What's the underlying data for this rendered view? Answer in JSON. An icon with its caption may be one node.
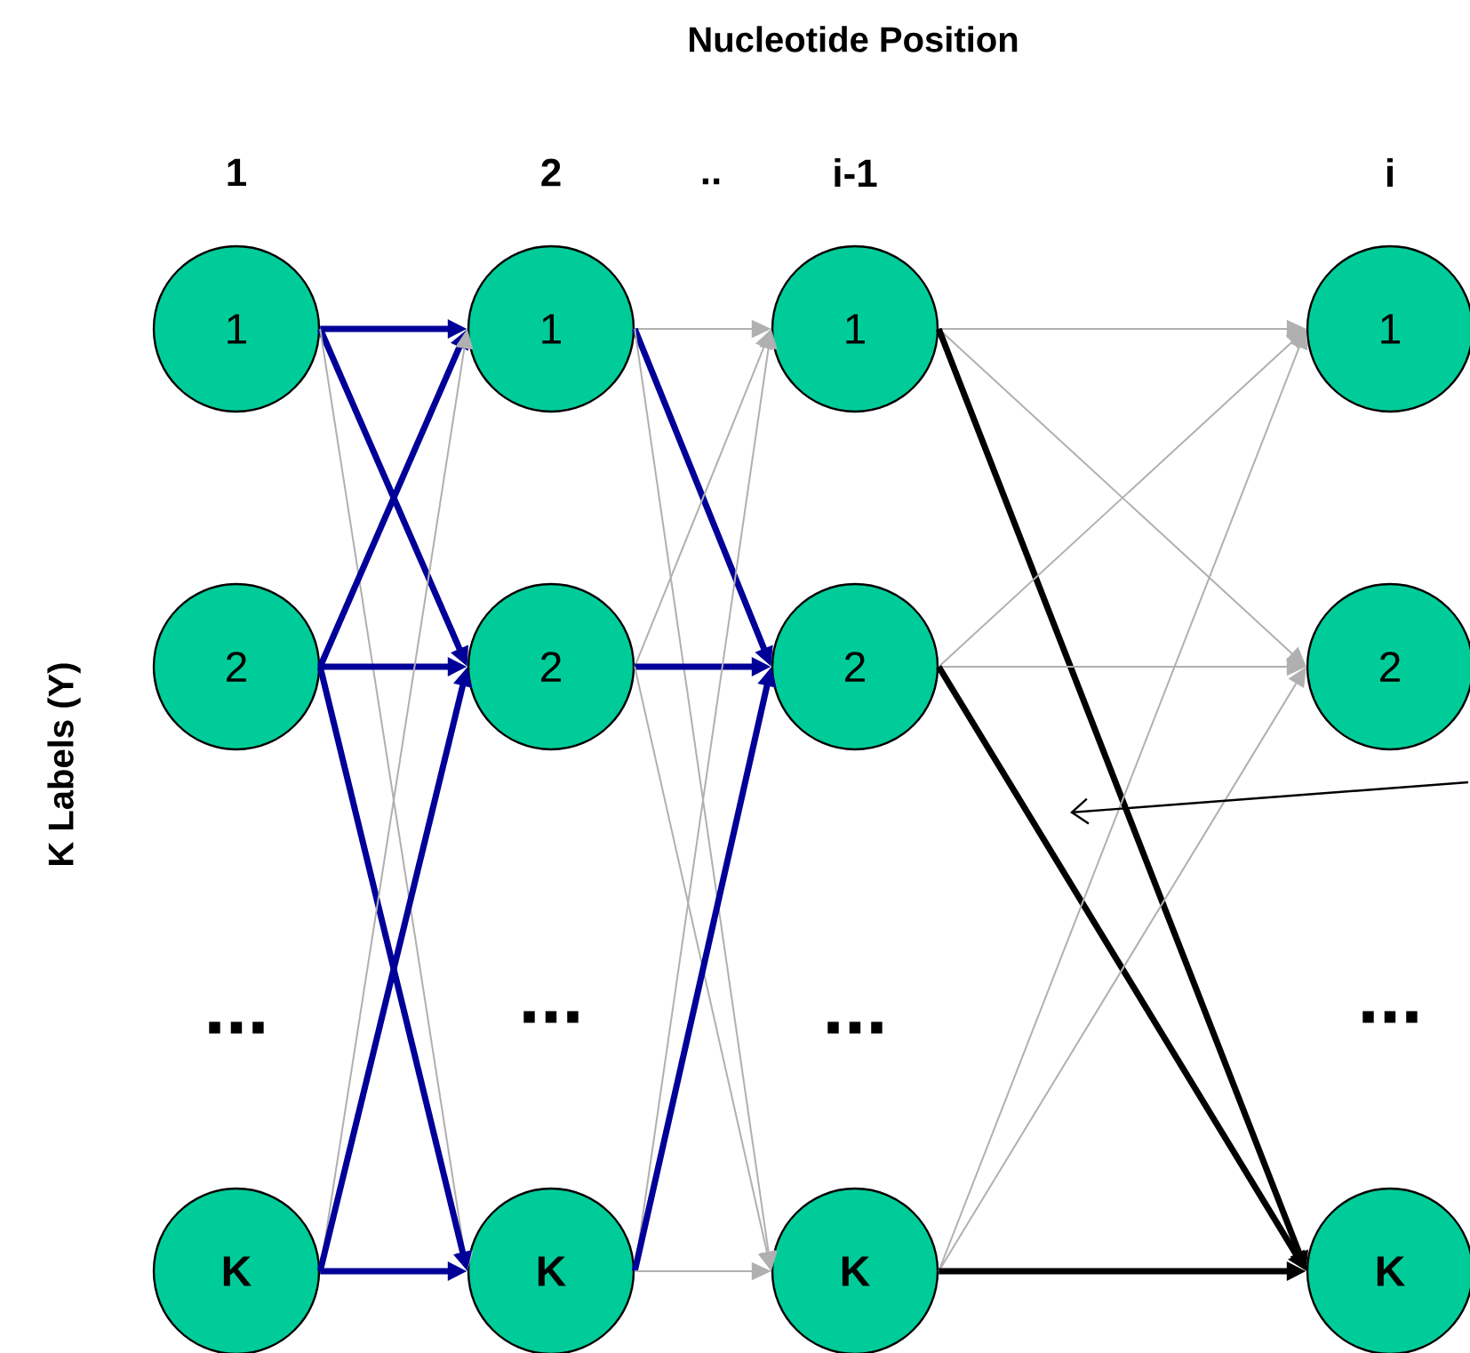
{
  "diagram": {
    "title": "Nucleotide Position",
    "nodes": [
      {
        "text": [
          "1"
        ]
      },
      {
        "text": [
          "2"
        ]
      },
      {
        "text": [
          "**K**"
        ]
      },
      {
        "text": [
          "1"
        ]
      },
      {
        "text": [
          "2"
        ]
      },
      {
        "text": [
          "**K**"
        ]
      },
      {
        "text": [
          "1"
        ]
      },
      {
        "text": [
          "2"
        ]
      },
      {
        "text": [
          "**K**"
        ]
      },
      {
        "text": [
          "1"
        ]
      },
      {
        "text": [
          "2"
        ]
      },
      {
        "text": [
          "**K**"
        ]
      }
    ],
    "edges": [
      {
        "from": 0,
        "to": 3,
        "arrow": "to",
        "style": "thick",
        "color": "#000099"
      },
      {
        "from": 0,
        "to": 4,
        "arrow": "to",
        "style": "thick",
        "color": "#000099"
      },
      {
        "from": 0,
        "to": 5,
        "arrow": "to"
      },
      {
        "from": 1,
        "to": 3,
        "arrow": "to",
        "style": "thick",
        "color": "#000099"
      },
      {
        "from": 1,
        "to": 4,
        "arrow": "to",
        "style": "thick",
        "color": "#000099"
      },
      {
        "from": 1,
        "to": 5,
        "arrow": "to",
        "style": "thick",
        "color": "#000099"
      },
      {
        "from": 2,
        "to": 3,
        "arrow": "to"
      },
      {
        "from": 2,
        "to": 4,
        "arrow": "to",
        "style": "thick",
        "color": "#000099"
      },
      {
        "from": 2,
        "to": 5,
        "arrow": "to",
        "style": "thick",
        "color": "#000099"
      },
      {
        "from": 3,
        "to": 6,
        "arrow": "to"
      },
      {
        "from": 3,
        "to": 7,
        "arrow": "to",
        "style": "thick",
        "color": "#000099"
      },
      {
        "from": 3,
        "to": 8,
        "arrow": "to"
      },
      {
        "from": 4,
        "to": 6,
        "arrow": "to"
      },
      {
        "from": 4,
        "to": 7,
        "arrow": "to",
        "style": "thick",
        "color": "#000099"
      },
      {
        "from": 4,
        "to": 8,
        "arrow": "to"
      },
      {
        "from": 5,
        "to": 6,
        "arrow": "to"
      },
      {
        "from": 5,
        "to": 7,
        "arrow": "to",
        "style": "thick",
        "color": "#000099"
      },
      {
        "from": 5,
        "to": 8,
        "arrow": "to"
      },
      {
        "from": 6,
        "to": 9,
        "arrow": "to"
      },
      {
        "from": 6,
        "to": 10,
        "arrow": "to"
      },
      {
        "from": 6,
        "to": 11,
        "arrow": "to",
        "style": "thick",
        "color": "#000000"
      },
      {
        "from": 7,
        "to": 9,
        "arrow": "to"
      },
      {
        "from": 7,
        "to": 10,
        "arrow": "to"
      },
      {
        "from": 7,
        "to": 11,
        "arrow": "to",
        "style": "thick",
        "color": "#000000"
      },
      {
        "from": 8,
        "to": 9,
        "arrow": "to"
      },
      {
        "from": 8,
        "to": 10,
        "arrow": "to"
      },
      {
        "from": 8,
        "to": 11,
        "arrow": "to",
        "style": "thick",
        "color": "#000000"
      }
    ],
    "labels": [
      "1",
      "2",
      "..",
      "i-1",
      "i",
      "K Labels (Y)",
      "...",
      "...",
      "...",
      "..."
    ]
  }
}
